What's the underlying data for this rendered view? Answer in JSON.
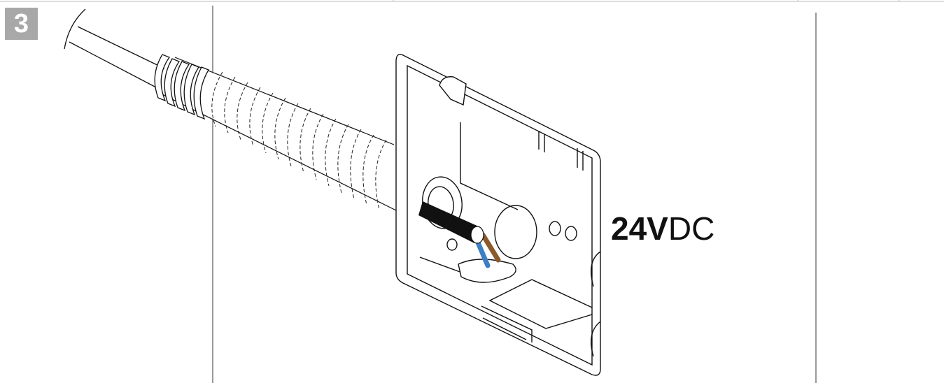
{
  "step": {
    "number": "3"
  },
  "label": {
    "voltage_value": "24V",
    "voltage_unit": "DC"
  },
  "colors": {
    "badge": "#a8a8a8",
    "line": "#111111",
    "wire_blue": "#3d7fc4",
    "wire_brown": "#8a5a2b",
    "cable": "#111111"
  },
  "icons": [
    "flush-mounted-junction-box",
    "corrugated-conduit",
    "two-core-cable"
  ]
}
